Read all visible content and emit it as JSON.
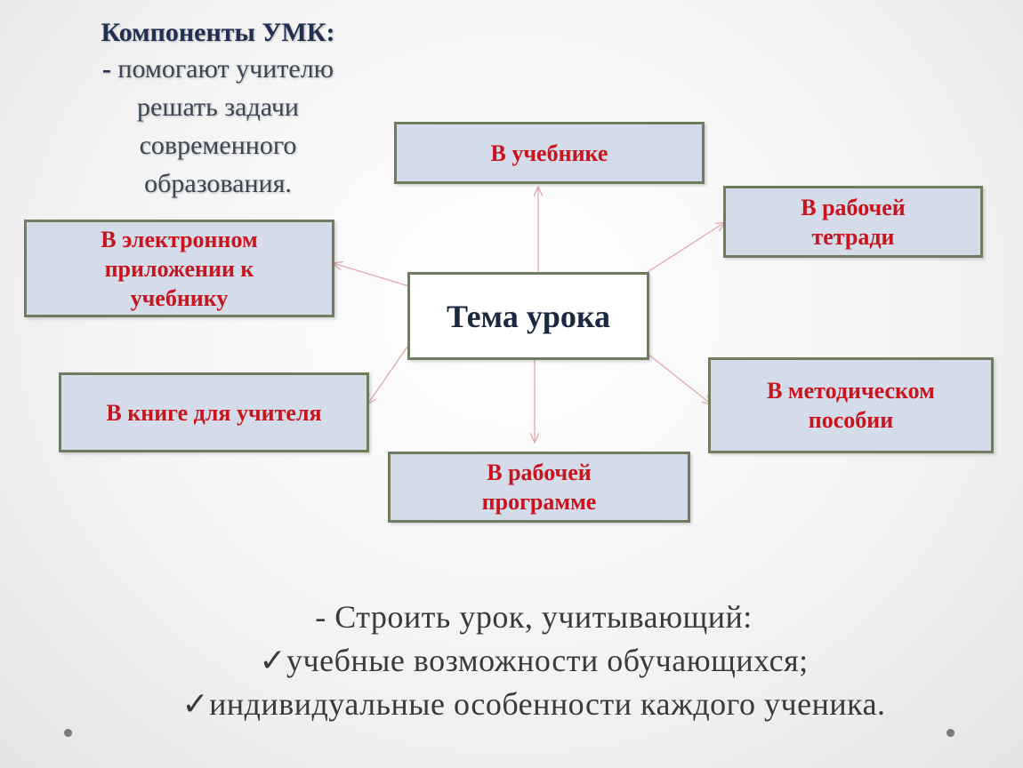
{
  "heading": {
    "title": "Компоненты УМК:",
    "dash": "-",
    "subtitle_lines": [
      "помогают учителю",
      "решать задачи",
      "современного",
      "образования."
    ]
  },
  "center": {
    "label": "Тема урока"
  },
  "boxes": {
    "textbook": "В учебнике",
    "workbook": "В рабочей тетради",
    "electronic": "В электронном приложении к учебнику",
    "teacher_book": "В книге для учителя",
    "methodical": "В методическом пособии",
    "program": "В рабочей программе"
  },
  "bottom": {
    "line1": "- Строить урок, учитывающий:",
    "check": "✓",
    "line2": "учебные возможности обучающихся;",
    "line3": "индивидуальные особенности каждого ученика."
  },
  "colors": {
    "box_fill": "#d3dce8",
    "box_border": "#6f7d5e",
    "box_text": "#c8141e",
    "arrow": "#e0a8ad",
    "center_text": "#1a2840"
  }
}
